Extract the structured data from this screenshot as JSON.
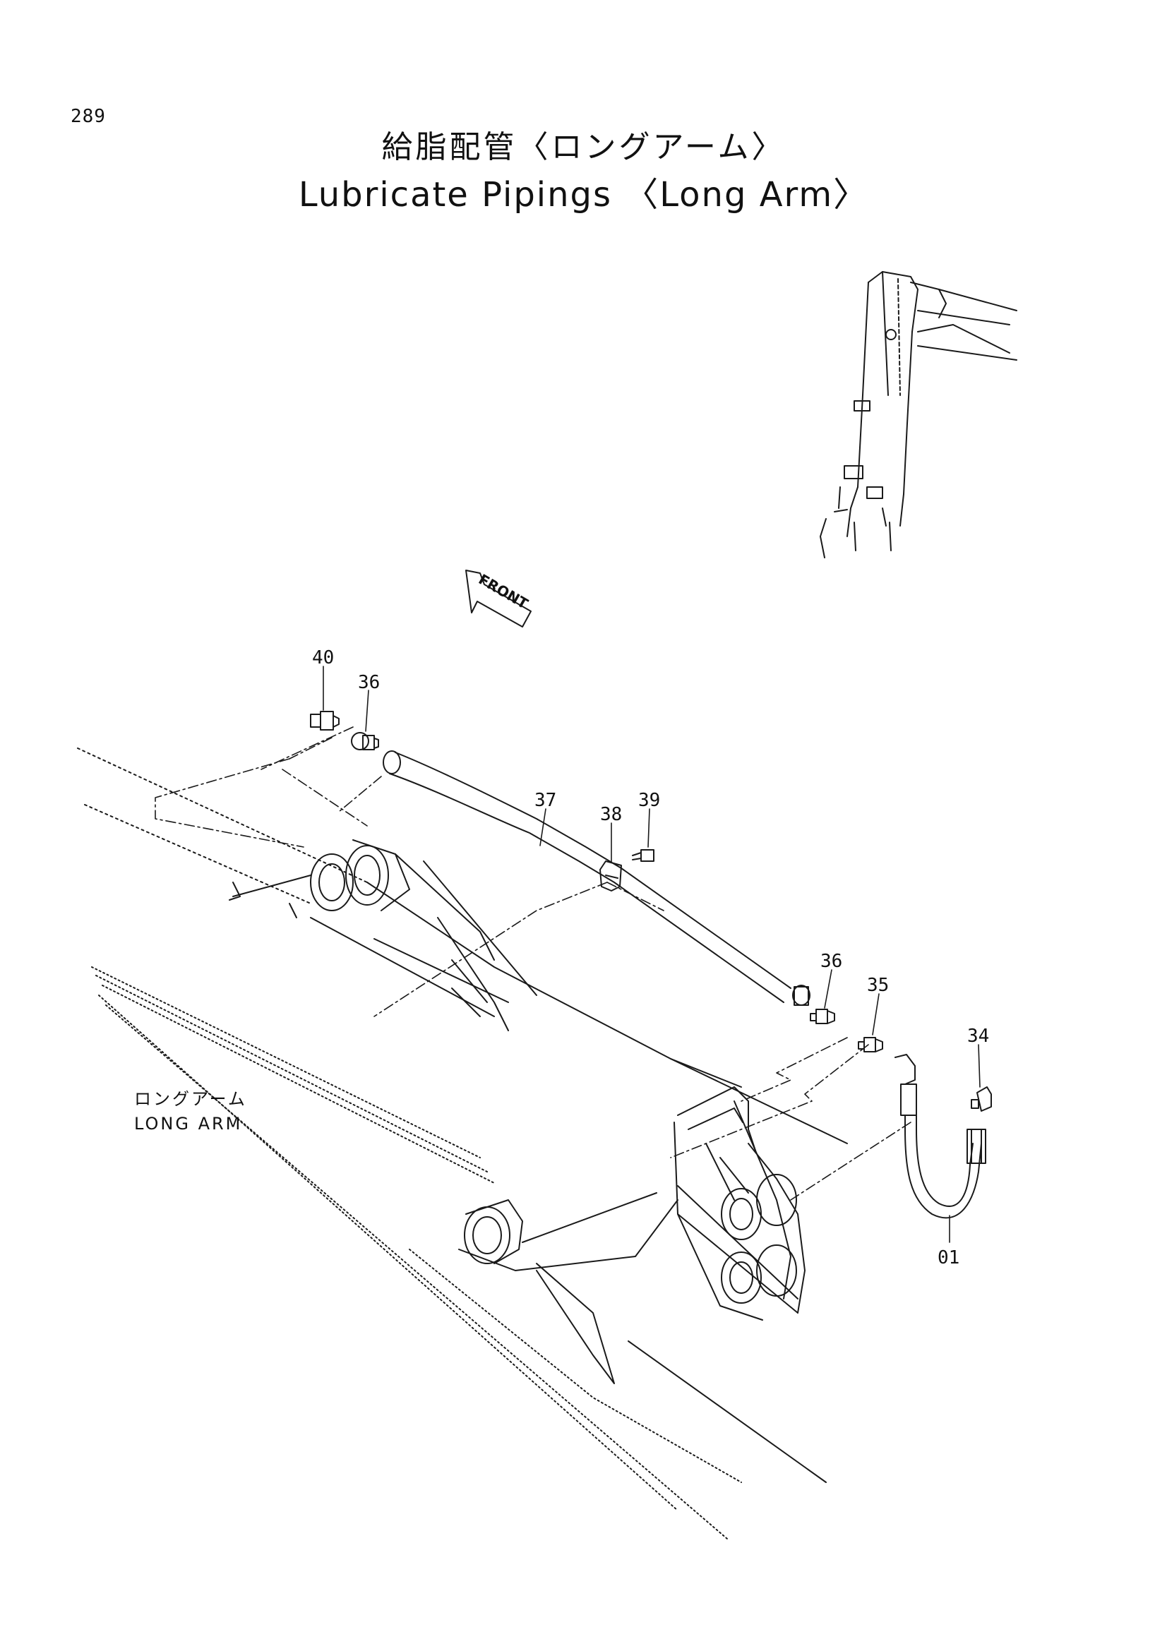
{
  "page_number": "289",
  "title_jp": "給脂配管〈ロングアーム〉",
  "title_en": "Lubricate Pipings 〈Long Arm〉",
  "front_label": "FRONT",
  "part_label": {
    "jp": "ロングアーム",
    "en": "LONG ARM"
  },
  "callouts": {
    "c40": "40",
    "c36a": "36",
    "c37": "37",
    "c38": "38",
    "c39": "39",
    "c36b": "36",
    "c35": "35",
    "c34": "34",
    "c01": "01"
  }
}
